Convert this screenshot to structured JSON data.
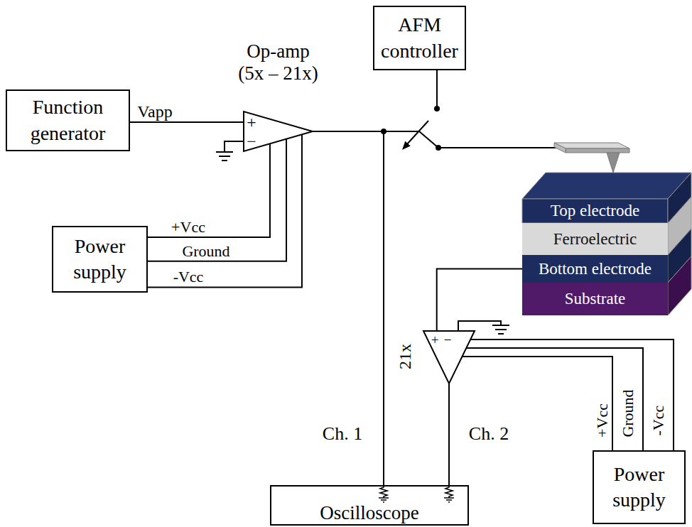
{
  "diagram": {
    "nodes": [
      {
        "text": [
          "Function generator"
        ]
      },
      {
        "text": [
          "Op-amp (5x – 21x)",
          "+",
          "−"
        ]
      },
      {
        "text": [
          "AFM controller"
        ]
      },
      {
        "text": [
          "Power supply"
        ]
      },
      {
        "text": [
          "Top electrode"
        ]
      },
      {
        "text": [
          "Ferroelectric"
        ]
      },
      {
        "text": [
          "Bottom electrode"
        ]
      },
      {
        "text": [
          "Substrate"
        ]
      },
      {
        "text": [
          "21x",
          "+",
          "−"
        ]
      },
      {
        "text": [
          "Oscilloscope"
        ]
      },
      {
        "text": [
          "Power supply"
        ]
      }
    ],
    "edges": [
      {
        "from": 0,
        "to": 1,
        "arrow": "none",
        "label": "Vapp"
      },
      {
        "from": 3,
        "to": 1,
        "arrow": "none",
        "label": "+Vcc"
      },
      {
        "from": 3,
        "to": 1,
        "arrow": "none",
        "label": "Ground"
      },
      {
        "from": 3,
        "to": 1,
        "arrow": "none",
        "label": "-Vcc"
      },
      {
        "from": 1,
        "to": 9,
        "arrow": "none",
        "label": "Ch. 1"
      },
      {
        "from": 1,
        "to": 4,
        "arrow": "none"
      },
      {
        "from": 6,
        "to": 8,
        "arrow": "none"
      },
      {
        "from": 8,
        "to": 9,
        "arrow": "none",
        "label": "Ch. 2"
      },
      {
        "from": 10,
        "to": 8,
        "arrow": "none",
        "label": "+Vcc"
      },
      {
        "from": 10,
        "to": 8,
        "arrow": "none",
        "label": "Ground"
      },
      {
        "from": 10,
        "to": 8,
        "arrow": "none",
        "label": "-Vcc"
      }
    ]
  }
}
